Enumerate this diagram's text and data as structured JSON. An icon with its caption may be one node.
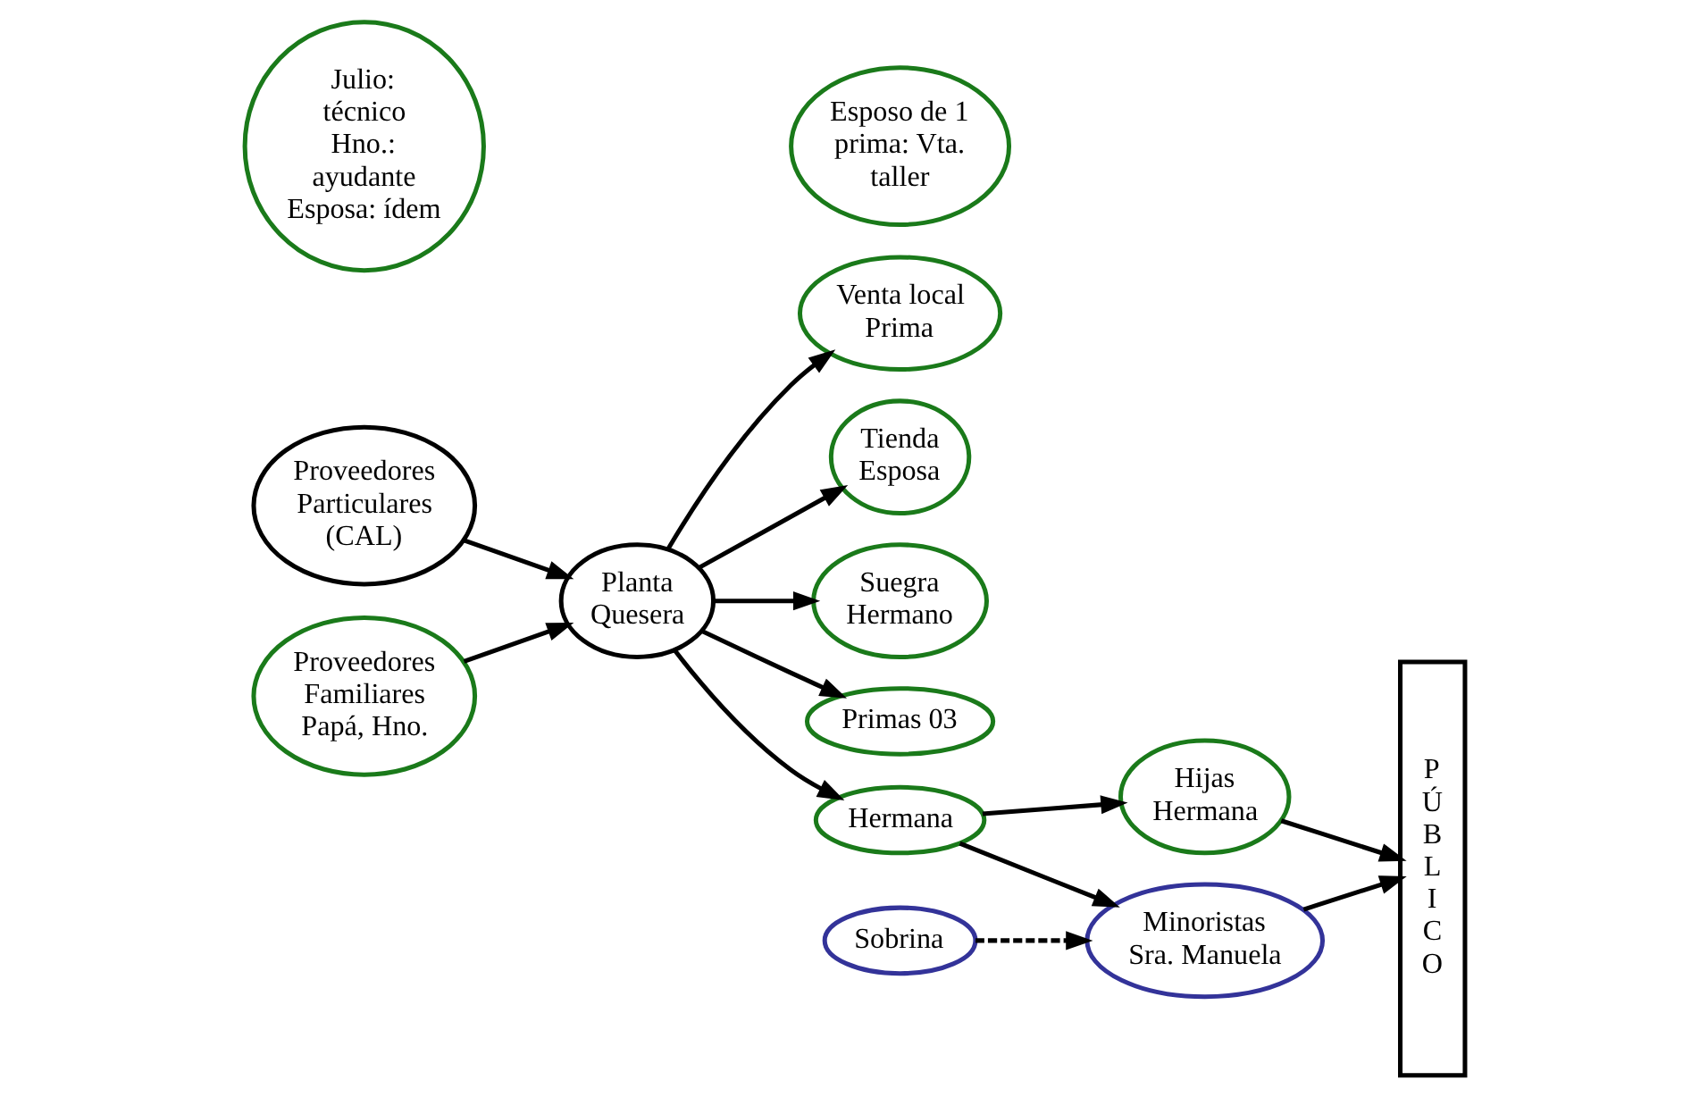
{
  "diagram": {
    "nodes": [
      {
        "text": [
          "Proveedores Particulares (CAL)"
        ]
      },
      {
        "text": [
          "Proveedores Familiares Papá, Hno."
        ]
      },
      {
        "text": [
          "Planta Quesera"
        ]
      },
      {
        "text": [
          "Julio: técnico Hno.: ayudante Esposa: ídem"
        ]
      },
      {
        "text": [
          "Venta local Prima"
        ]
      },
      {
        "text": [
          "Tienda Esposa"
        ]
      },
      {
        "text": [
          "Suegra Hermano"
        ]
      },
      {
        "text": [
          "Primas 03"
        ]
      },
      {
        "text": [
          "Esposo de 1 prima: Vta. taller"
        ]
      },
      {
        "text": [
          "Hermana"
        ]
      },
      {
        "text": [
          "Hijas Hermana"
        ]
      },
      {
        "text": [
          "Minoristas Sra. Manuela"
        ]
      },
      {
        "text": [
          "Sobrina"
        ]
      },
      {
        "text": [
          "PÚBLICO"
        ]
      }
    ],
    "edges": [
      {
        "from": 0,
        "to": 2,
        "arrow": "to"
      },
      {
        "from": 1,
        "to": 2,
        "arrow": "to"
      },
      {
        "from": 2,
        "to": 4,
        "arrow": "to"
      },
      {
        "from": 2,
        "to": 5,
        "arrow": "to"
      },
      {
        "from": 2,
        "to": 9,
        "arrow": "to"
      },
      {
        "from": 2,
        "to": 6,
        "arrow": "to"
      },
      {
        "from": 2,
        "to": 7,
        "arrow": "to"
      },
      {
        "from": 9,
        "to": 10,
        "arrow": "to"
      },
      {
        "from": 9,
        "to": 11,
        "arrow": "to"
      },
      {
        "from": 10,
        "to": 13,
        "arrow": "to"
      },
      {
        "from": 11,
        "to": 13,
        "arrow": "to"
      },
      {
        "from": 12,
        "to": 11,
        "arrow": "to",
        "style": "dashed"
      }
    ]
  }
}
